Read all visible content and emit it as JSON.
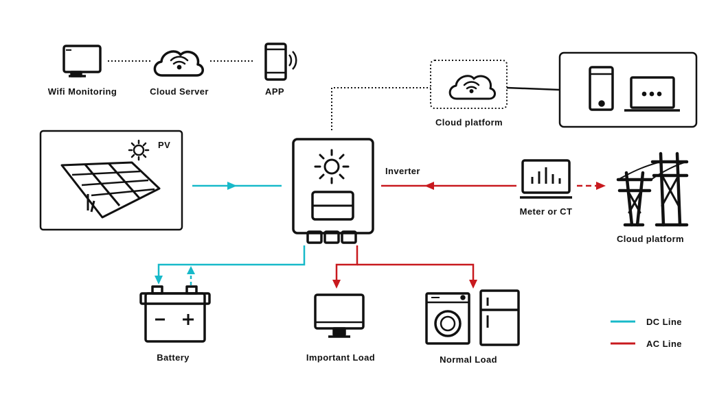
{
  "labels": {
    "wifi_monitoring": "Wifi Monitoring",
    "cloud_server": "Cloud Server",
    "app": "APP",
    "cloud_platform_top": "Cloud platform",
    "pv": "PV",
    "inverter": "Inverter",
    "meter": "Meter or CT",
    "grid": "Cloud platform",
    "battery": "Battery",
    "important_load": "Important Load",
    "normal_load": "Normal Load"
  },
  "legend": {
    "dc": "DC Line",
    "ac": "AC Line"
  },
  "colors": {
    "dc": "#17b9c9",
    "ac": "#c8191e",
    "stroke": "#111111"
  },
  "icons": {
    "monitor": "monitor-icon",
    "cloud": "cloud-wifi-icon",
    "phone": "phone-icon",
    "laptop": "laptop-icon",
    "solar_panel": "solar-panel-icon",
    "sun": "sun-icon",
    "inverter": "inverter-icon",
    "meter": "meter-icon",
    "pylon": "power-pylon-icon",
    "battery": "battery-icon",
    "load_monitor": "monitor-icon",
    "washer": "washing-machine-icon",
    "fridge": "refrigerator-icon"
  }
}
